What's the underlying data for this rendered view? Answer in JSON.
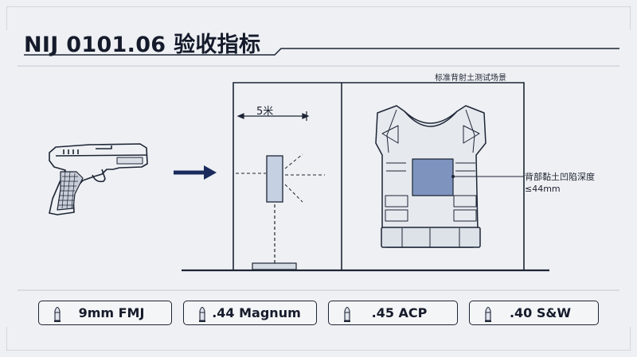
{
  "title": "NIJ 0101.06 验收指标",
  "scene": {
    "label": "标准背射土测试场景",
    "distance_label": "5米",
    "depth_label_line1": "背部黏土凹陷深度",
    "depth_label_line2": "≤44mm"
  },
  "ammo": [
    {
      "label": "9mm FMJ"
    },
    {
      "label": ".44 Magnum"
    },
    {
      "label": ".45 ACP"
    },
    {
      "label": ".40 S&W"
    }
  ],
  "colors": {
    "line": "#1d2535",
    "arrow": "#1a2a5c",
    "plate": "#7e94bf",
    "target": "#c5d0e3",
    "background": "#eef0f3"
  }
}
